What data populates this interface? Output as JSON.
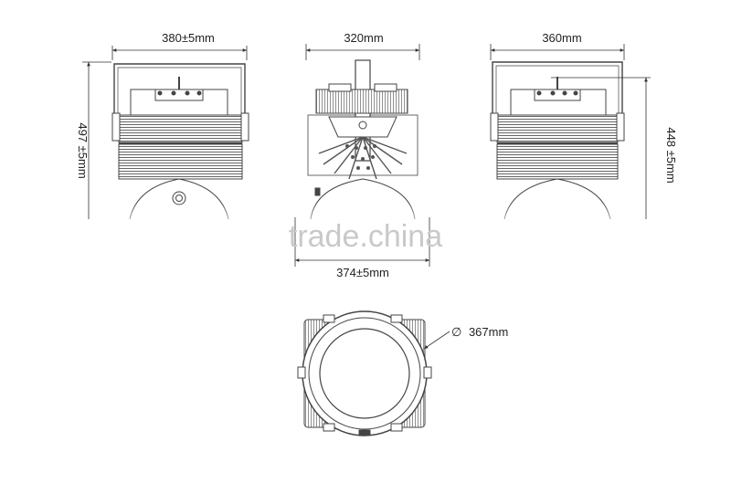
{
  "dimensions": {
    "front_width": "380±5mm",
    "side_top_width": "320mm",
    "side_bottom_width": "374±5mm",
    "back_width": "360mm",
    "front_height": "497 ±5mm",
    "back_height": "448 ±5mm",
    "bottom_diameter": "367mm",
    "diameter_symbol": "∅"
  },
  "watermark": "trade.china",
  "colors": {
    "line": "#444444",
    "fin": "#666666",
    "watermark": "#c9c9c9"
  }
}
